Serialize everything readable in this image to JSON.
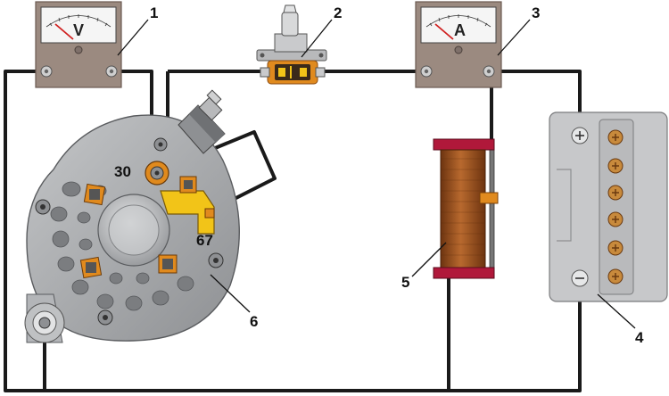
{
  "voltmeter": {
    "letter": "V"
  },
  "ammeter": {
    "letter": "A"
  },
  "terminals": {
    "t30": "30",
    "t67": "67"
  },
  "callouts": {
    "c1": "1",
    "c2": "2",
    "c3": "3",
    "c4": "4",
    "c5": "5",
    "c6": "6"
  },
  "colors": {
    "wire": "#1a1a1a",
    "meter_case": "#9b8a80",
    "terminal_orange": "#e08a1e",
    "regulator_yellow": "#f2c418",
    "rheostat_coil": "#8a4a1c",
    "rheostat_end": "#b0183a",
    "battery_case": "#c7c8ca",
    "alternator_body": "#a7a9ac"
  }
}
